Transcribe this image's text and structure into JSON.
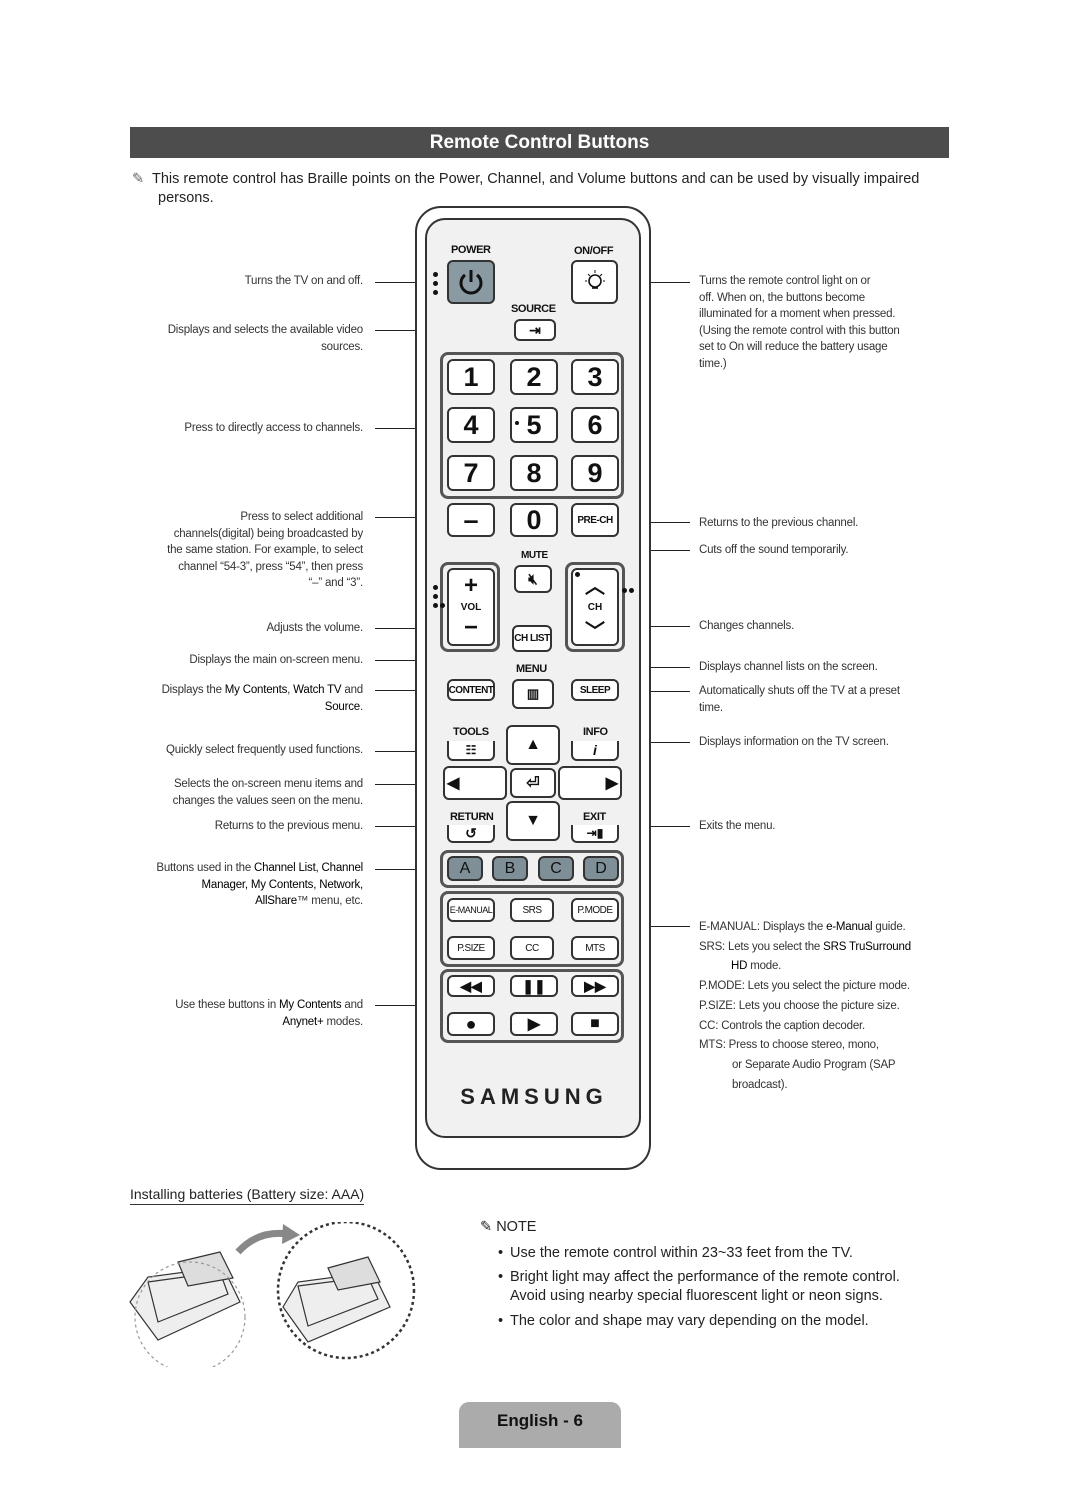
{
  "title": "Remote Control Buttons",
  "intro": {
    "icon": "pencil-note-icon",
    "line1": "This remote control has Braille points on the Power, Channel, and Volume buttons and can be used by visually impaired",
    "line2": "persons."
  },
  "left_labels": {
    "power": "Turns the TV on and off.",
    "source_1": "Displays and selects the available video",
    "source_2": "sources.",
    "numbers": "Press to directly access to channels.",
    "dash_1": "Press to select additional",
    "dash_2": "channels(digital) being broadcasted by",
    "dash_3": "the same station. For example, to select",
    "dash_4": "channel “54-3”, press “54”, then press",
    "dash_5": "“–” and “3”.",
    "vol": "Adjusts the volume.",
    "menu": "Displays the main on-screen menu.",
    "content_a": "Displays the ",
    "content_b": "My Contents",
    "content_c": ", ",
    "content_d": "Watch TV",
    "content_e": " and",
    "content_f": "Source",
    "content_g": ".",
    "tools": "Quickly select frequently used functions.",
    "nav_1": "Selects the on-screen menu items and",
    "nav_2": "changes the values seen on the menu.",
    "return": "Returns to the previous menu.",
    "abcd_a": "Buttons used in the ",
    "abcd_b": "Channel List, Channel",
    "abcd_c": "Manager, My Contents, Network,",
    "abcd_d": "AllShare",
    "abcd_e": "™ menu, etc.",
    "media_a": "Use these buttons in ",
    "media_b": "My Contents",
    "media_c": " and",
    "media_d": "Anynet+",
    "media_e": " modes."
  },
  "right_labels": {
    "onoff_1": "Turns the remote control light on or",
    "onoff_2": "off. When on, the buttons become",
    "onoff_3": "illuminated for a moment when pressed.",
    "onoff_4": "(Using the remote control with this button",
    "onoff_5": "set to On will reduce the battery usage",
    "onoff_6": "time.)",
    "prech": "Returns to the previous channel.",
    "mute": "Cuts off the sound temporarily.",
    "ch": "Changes channels.",
    "chlist": "Displays channel lists on the screen.",
    "sleep_1": "Automatically shuts off the TV at a preset",
    "sleep_2": "time.",
    "info": "Displays information on the TV screen.",
    "exit": "Exits the menu.",
    "emanual_a": "E-MANUAL",
    "emanual_b": ": Displays the ",
    "emanual_c": "e-Manual",
    "emanual_d": " guide.",
    "srs_a": "SRS",
    "srs_b": ": Lets you select the ",
    "srs_c": "SRS TruSurround",
    "srs_d": "HD",
    "srs_e": " mode.",
    "pmode_a": "P.MODE",
    "pmode_b": ": Lets you select the picture mode.",
    "psize_a": "P.SIZE",
    "psize_b": ": Lets you choose the picture size.",
    "cc_a": "CC",
    "cc_b": ": Controls the caption decoder.",
    "mts_a": "MTS",
    "mts_b": ": Press to choose stereo, mono,",
    "mts_c": "or Separate Audio Program (SAP",
    "mts_d": "broadcast)."
  },
  "remote": {
    "power": "POWER",
    "onoff": "ON/OFF",
    "source": "SOURCE",
    "digits": [
      "1",
      "2",
      "3",
      "4",
      "5",
      "6",
      "7",
      "8",
      "9"
    ],
    "dash": "–",
    "zero": "0",
    "prech": "PRE-CH",
    "mute": "MUTE",
    "vol": "VOL",
    "ch": "CH",
    "chlist": "CH LIST",
    "menu": "MENU",
    "content": "CONTENT",
    "sleep": "SLEEP",
    "tools": "TOOLS",
    "info": "INFO",
    "return": "RETURN",
    "exit": "EXIT",
    "color_keys": [
      "A",
      "B",
      "C",
      "D"
    ],
    "emanual": "E-MANUAL",
    "srs": "SRS",
    "pmode": "P.MODE",
    "psize": "P.SIZE",
    "cc": "CC",
    "mts": "MTS",
    "brand": "SAMSUNG"
  },
  "battery": {
    "title": "Installing batteries (Battery size: AAA)"
  },
  "note": {
    "heading": "NOTE",
    "items": [
      "Use the remote control within 23~33 feet from the TV.",
      "Bright light may affect the performance of the remote control.",
      "Avoid using nearby special fluorescent light or neon signs.",
      "The color and shape may vary depending on the model."
    ]
  },
  "footer": "English - 6",
  "colors": {
    "title_bar": "#4d4d4d",
    "footer_tab": "#ababab",
    "power_button": "#8a9aa3",
    "color_keys": "#7f8f98"
  }
}
